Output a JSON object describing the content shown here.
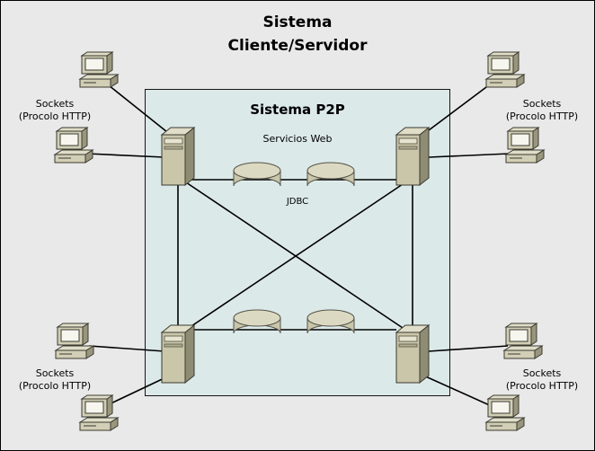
{
  "diagram": {
    "title_line1": "Sistema",
    "title_line2": "Cliente/Servidor",
    "p2p": {
      "title": "Sistema P2P",
      "subtitle": "Servicios Web",
      "jdbc_label": "JDBC"
    },
    "client_labels": {
      "line1": "Sockets",
      "line2": "(Procolo HTTP)"
    },
    "icons": {
      "client": "desktop-computer-icon",
      "server": "server-tower-icon",
      "database": "database-cylinder-icon"
    },
    "colors": {
      "canvas_bg": "#e9e9e9",
      "inner_box_bg": "#dce9e9",
      "machine_beige": "#c9c6aa",
      "machine_shadow": "#8f8c74",
      "machine_light": "#e0ddc8",
      "screen": "#f6f6ee",
      "line": "#000000"
    }
  }
}
